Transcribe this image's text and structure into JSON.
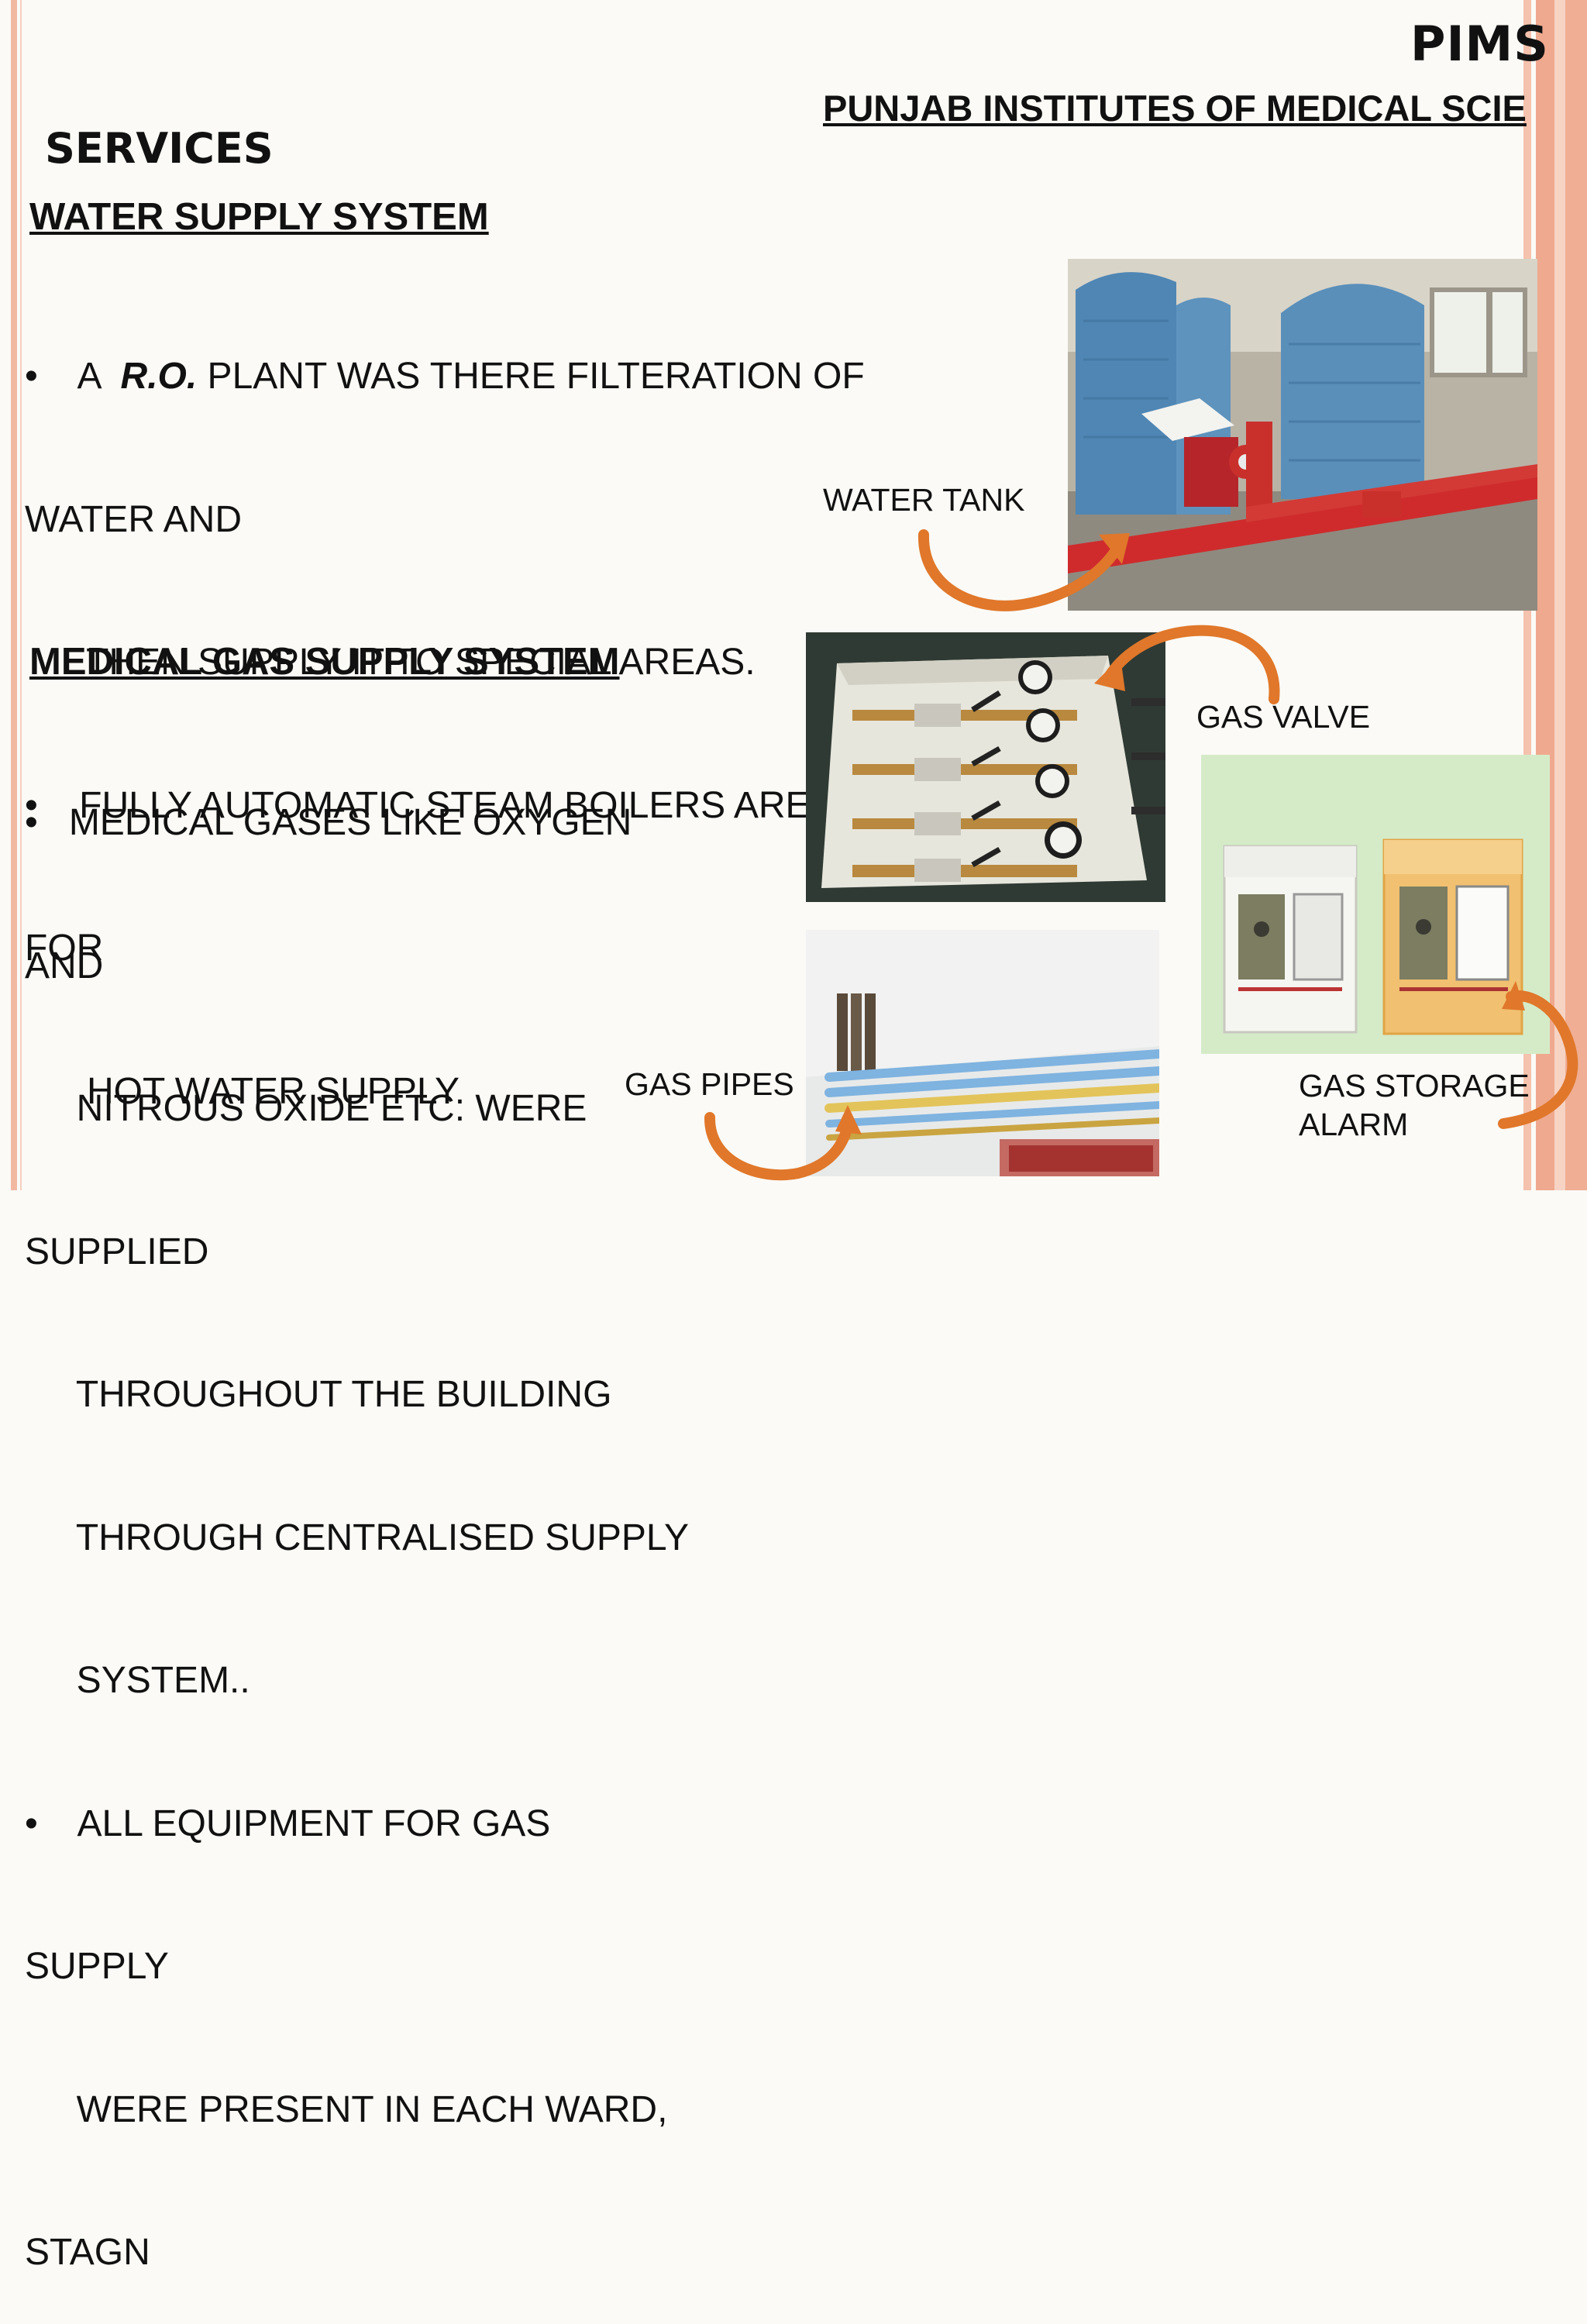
{
  "header": {
    "logo": "PIMS",
    "institution": "PUNJAB INSTITUTES OF MEDICAL SCIE"
  },
  "services_title": "SERVICES",
  "water": {
    "heading": "WATER SUPPLY SYSTEM",
    "lines": [
      "•    A  ",
      "R.O.",
      " PLANT WAS THERE FILTERATION OF",
      "WATER AND",
      "      THEN SUPPLY IT TO SPECIAL AREAS.",
      "•    FULLY AUTOMATIC STEAM BOILERS ARE THERE",
      "FOR",
      "      HOT WATER SUPPLY."
    ]
  },
  "gas": {
    "heading": "MEDICAL GAS  SUPPLY SYSTEM",
    "lines": [
      "•   MEDICAL GASES LIKE OXYGEN",
      "AND",
      "     NITROUS OXIDE ETC. WERE",
      "SUPPLIED",
      "     THROUGHOUT THE BUILDING",
      "     THROUGH CENTRALISED SUPPLY",
      "     SYSTEM..",
      "•    ALL EQUIPMENT FOR GAS",
      "SUPPLY",
      "     WERE PRESENT IN EACH WARD,",
      "STAGN"
    ]
  },
  "captions": {
    "water_tank": "WATER TANK",
    "gas_valve": "GAS VALVE",
    "gas_pipes": "GAS PIPES",
    "gas_storage_1": "GAS STORAGE",
    "gas_storage_2": "ALARM"
  },
  "colors": {
    "arrow": "#e0772a",
    "stripe": "#f2b9a2",
    "background": "#fbfaf6"
  }
}
